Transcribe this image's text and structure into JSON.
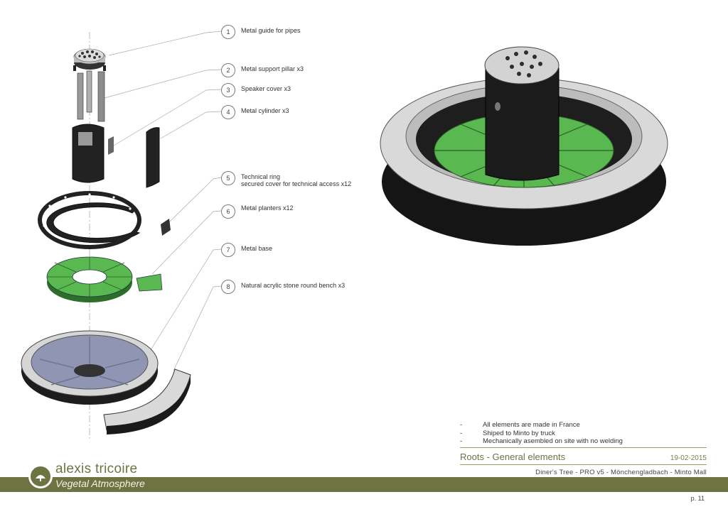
{
  "callouts": [
    {
      "num": "1",
      "label": "Metal guide for pipes"
    },
    {
      "num": "2",
      "label": "Metal support pillar x3"
    },
    {
      "num": "3",
      "label": "Speaker cover x3"
    },
    {
      "num": "4",
      "label": "Metal cylinder x3"
    },
    {
      "num": "5",
      "label": "Technical ring",
      "label2": "secured cover for technical access x12"
    },
    {
      "num": "6",
      "label": "Metal planters x12"
    },
    {
      "num": "7",
      "label": "Metal base"
    },
    {
      "num": "8",
      "label": "Natural acrylic stone round bench x3"
    }
  ],
  "notes": [
    {
      "dash": "-",
      "text": "All elements are made in France"
    },
    {
      "dash": "-",
      "text": "Shiped to Minto by truck"
    },
    {
      "dash": "-",
      "text": "Mechanically asembled on site with no welding"
    }
  ],
  "title_block": {
    "title": "Roots - General elements",
    "date": "19-02-2015",
    "project": "Diner's Tree - PRO v5 - Mönchengladbach - Minto Mall"
  },
  "branding": {
    "name": "alexis tricoire",
    "tagline": "Vegetal Atmosphere"
  },
  "page": {
    "number": "p. 11"
  },
  "colors": {
    "olive": "#6e7342",
    "planter_green": "#59b84f",
    "text": "#333333"
  }
}
